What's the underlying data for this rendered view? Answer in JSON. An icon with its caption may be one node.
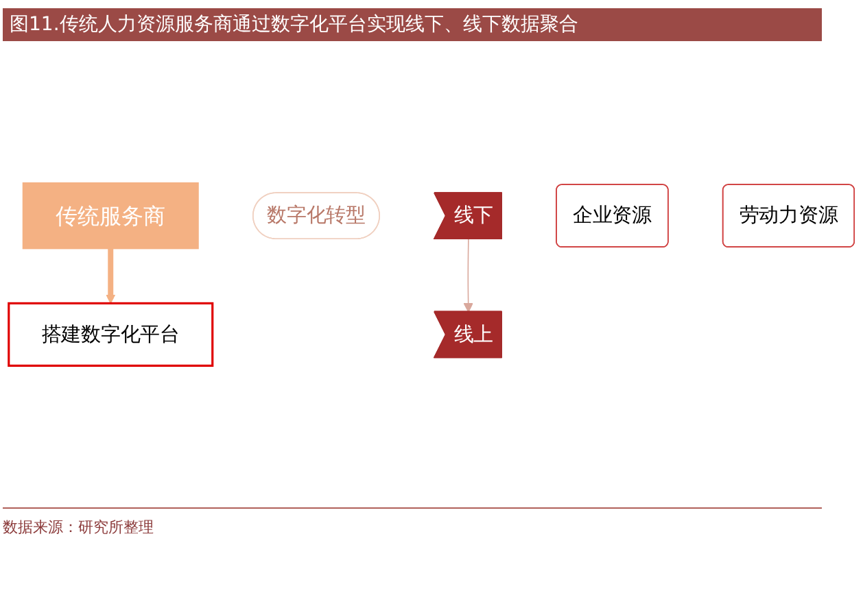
{
  "diagram": {
    "title": "图11.传统人力资源服务商通过数字化平台实现线下、线下数据聚合",
    "caption": "数据来源：研究所整理",
    "nodes": [
      {
        "text": [
          "传统服务商"
        ]
      },
      {
        "text": [
          "线上"
        ]
      },
      {
        "text": [
          "搭建数字化平台"
        ]
      },
      {
        "text": [
          "数字化转型"
        ]
      },
      {
        "text": [
          "线下"
        ]
      },
      {
        "text": [
          "企业资源"
        ]
      },
      {
        "text": [
          "劳动力资源"
        ]
      }
    ],
    "edges": [
      {
        "from": 0,
        "to": 2,
        "arrow": "to",
        "style": "thick",
        "color": "#f4b183"
      },
      {
        "from": 4,
        "to": 1,
        "arrow": "to",
        "color": "#d9a89c"
      }
    ]
  }
}
